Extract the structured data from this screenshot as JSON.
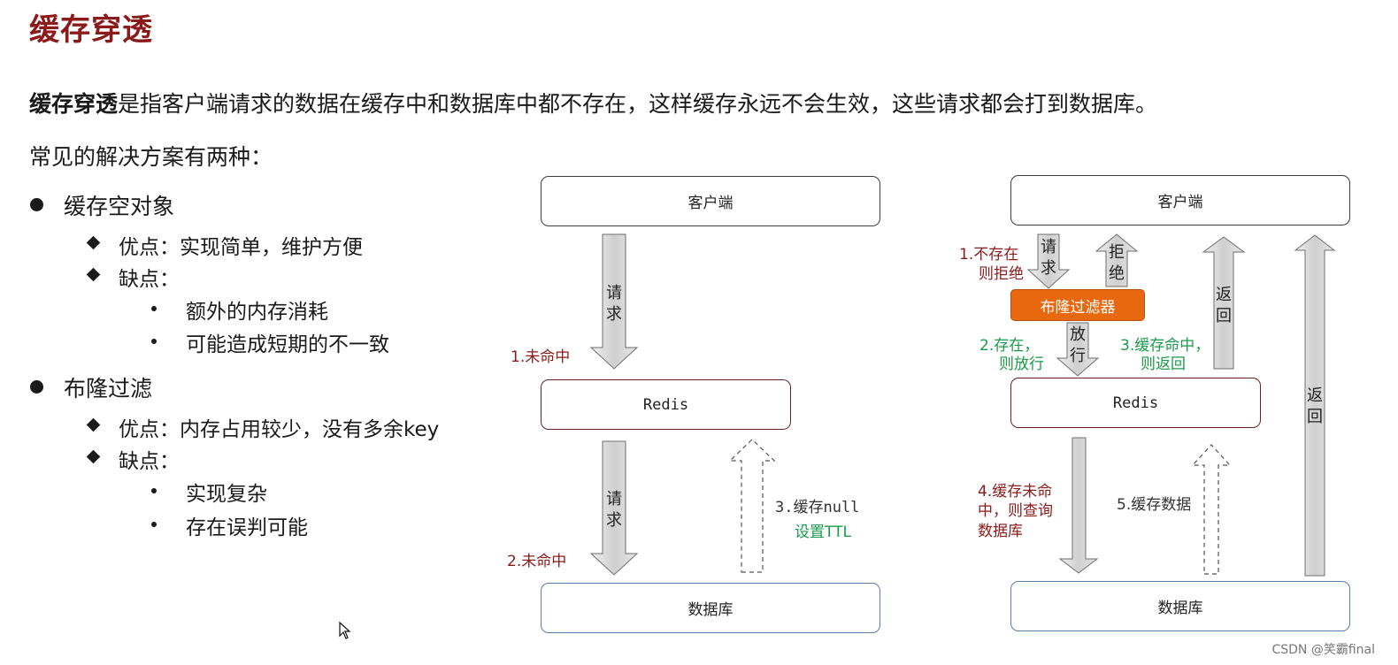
{
  "title": "缓存穿透",
  "intro": {
    "bold": "缓存穿透",
    "rest": "是指客户端请求的数据在缓存中和数据库中都不存在，这样缓存永远不会生效，这些请求都会打到数据库。"
  },
  "subhead": "常见的解决方案有两种：",
  "solutions": [
    {
      "name": "缓存空对象",
      "pros": "优点：实现简单，维护方便",
      "cons": "缺点：",
      "cons_items": [
        "额外的内存消耗",
        "可能造成短期的不一致"
      ]
    },
    {
      "name": "布隆过滤",
      "pros": "优点：内存占用较少，没有多余key",
      "cons": "缺点：",
      "cons_items": [
        "实现复杂",
        "存在误判可能"
      ]
    }
  ],
  "diagram_left": {
    "client": "客户端",
    "redis": "Redis",
    "db": "数据库",
    "arrow1": "请求",
    "label1": "1.未命中",
    "arrow2": "请求",
    "label2": "2.未命中",
    "label3_line1": "3.缓存null",
    "label3_line2": "设置TTL"
  },
  "diagram_right": {
    "client": "客户端",
    "bloom": "布隆过滤器",
    "redis": "Redis",
    "db": "数据库",
    "req": "请求",
    "reject": "拒绝",
    "label1": [
      "1.不存在",
      "则拒绝"
    ],
    "pass": "放行",
    "label2": [
      "2.存在，",
      "则放行"
    ],
    "label3": [
      "3.缓存命中，",
      "则返回"
    ],
    "return_short": "返回",
    "return_long": "返回",
    "label4": [
      "4.缓存未命",
      "中，则查询",
      "数据库"
    ],
    "label5": "5.缓存数据"
  },
  "watermark": "CSDN @笑霸final",
  "colors": {
    "title": "#8b1a1a",
    "red_label": "#8b1a1a",
    "green_label": "#1a9a4a",
    "bloom": "#e8680f",
    "arrow_fill": "#d6d6d6"
  }
}
